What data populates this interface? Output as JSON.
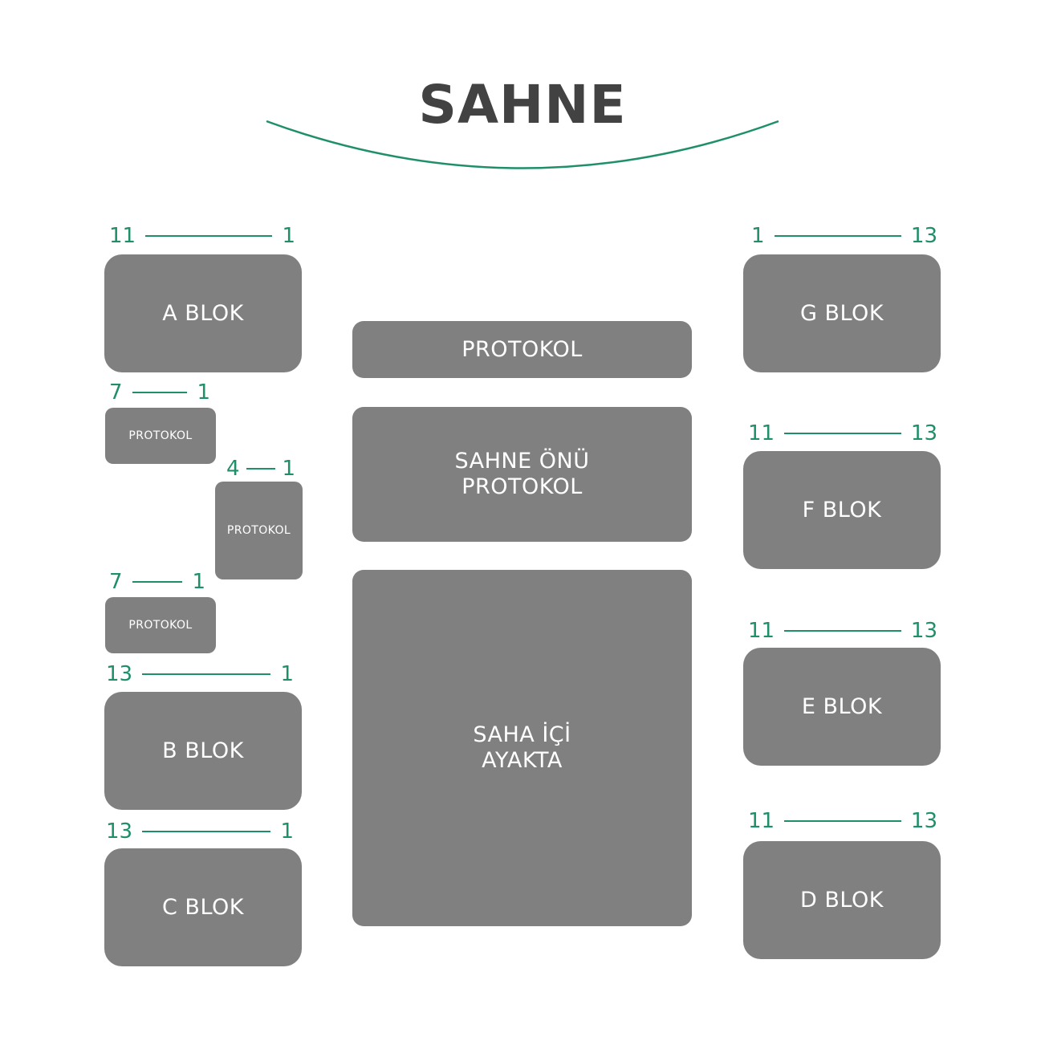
{
  "stage": {
    "title": "SAHNE",
    "accent": "#1f8f6a"
  },
  "colors": {
    "block": "#808080",
    "block_text": "#ffffff",
    "row_numbers": "#1f8f6a",
    "title": "#424242"
  },
  "left": {
    "a": {
      "label": "A BLOK",
      "row_from": "11",
      "row_to": "1"
    },
    "p1": {
      "label": "PROTOKOL",
      "row_from": "7",
      "row_to": "1"
    },
    "p2": {
      "label": "PROTOKOL",
      "row_from": "4",
      "row_to": "1"
    },
    "p3": {
      "label": "PROTOKOL",
      "row_from": "7",
      "row_to": "1"
    },
    "b": {
      "label": "B BLOK",
      "row_from": "13",
      "row_to": "1"
    },
    "c": {
      "label": "C BLOK",
      "row_from": "13",
      "row_to": "1"
    }
  },
  "center": {
    "protokol": {
      "label": "PROTOKOL"
    },
    "sahne_onu": {
      "label": "SAHNE ÖNÜ\nPROTOKOL"
    },
    "saha_ici": {
      "label": "SAHA İÇİ\nAYAKTA"
    }
  },
  "right": {
    "g": {
      "label": "G BLOK",
      "row_from": "1",
      "row_to": "13"
    },
    "f": {
      "label": "F BLOK",
      "row_from": "11",
      "row_to": "13"
    },
    "e": {
      "label": "E BLOK",
      "row_from": "11",
      "row_to": "13"
    },
    "d": {
      "label": "D BLOK",
      "row_from": "11",
      "row_to": "13"
    }
  }
}
